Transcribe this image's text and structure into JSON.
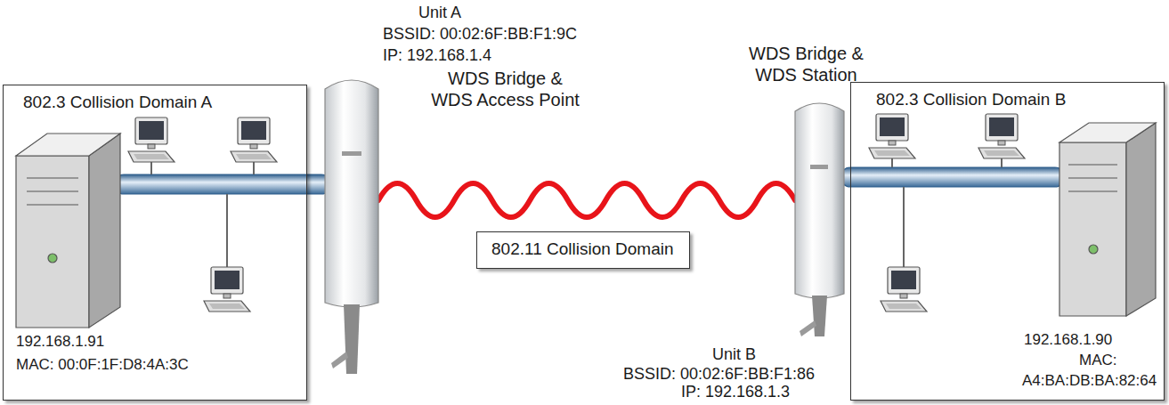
{
  "diagram": {
    "nodes": [
      {
        "text": [
          "802.3 Collision Domain A"
        ]
      },
      {
        "text": [
          "802.11 Collision Domain"
        ]
      },
      {
        "text": [
          "802.3 Collision Domain B"
        ]
      }
    ],
    "labels": [
      "Unit A",
      "BSSID: 00:02:6F:BB:F1:9C",
      "IP: 192.168.1.4",
      "WDS Bridge & WDS Access Point",
      "WDS Bridge & WDS Station",
      "192.168.1.91",
      "MAC: 00:0F:1F:D8:4A:3C",
      "Unit B",
      "BSSID: 00:02:6F:BB:F1:86",
      "IP: 192.168.1.3",
      "192.168.1.90",
      "MAC:",
      "A4:BA:DB:BA:82:64"
    ]
  }
}
